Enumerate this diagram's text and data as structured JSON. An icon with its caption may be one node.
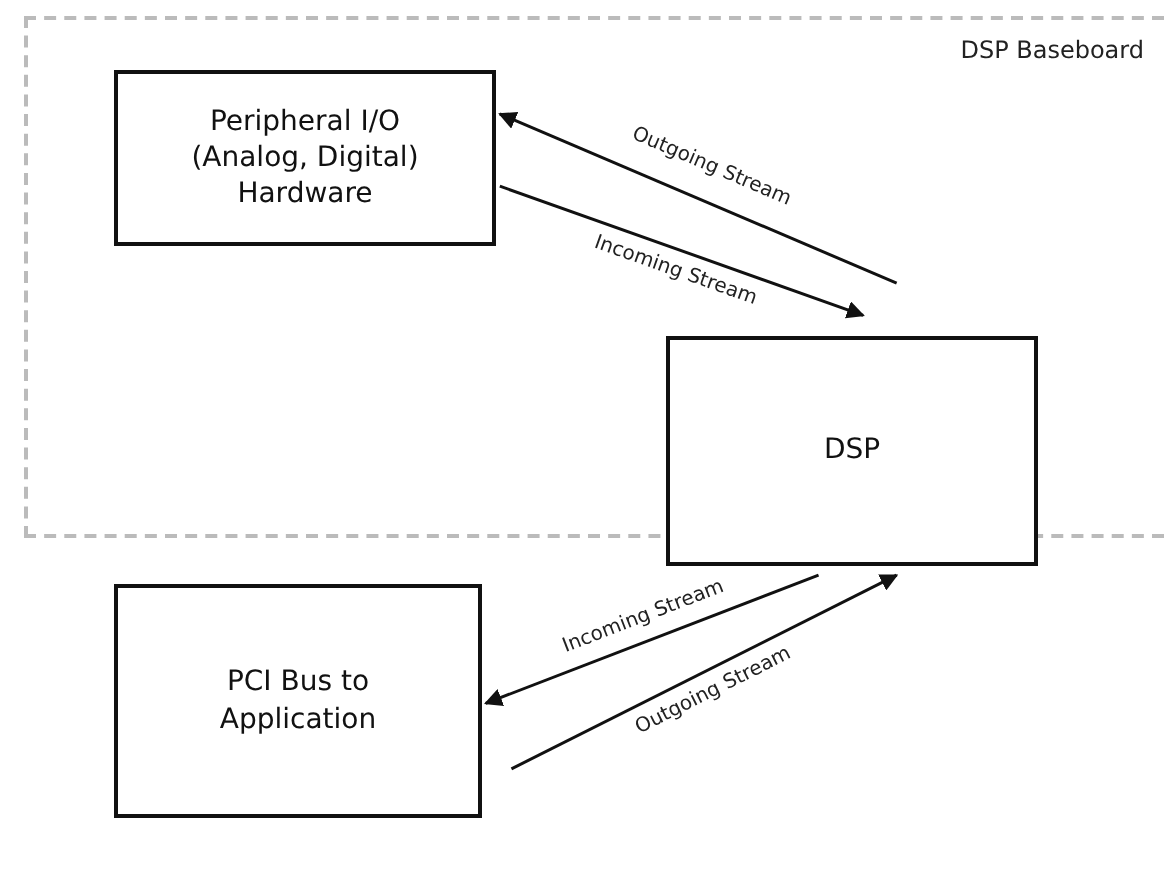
{
  "diagram": {
    "nodes": [
      {
        "text": [
          "DSP Baseboard"
        ]
      },
      {
        "text": [
          "Peripheral I/O (Analog, Digital) Hardware"
        ],
        "in": 0
      },
      {
        "text": [
          "DSP"
        ]
      },
      {
        "text": [
          "PCI Bus to Application"
        ]
      }
    ],
    "edges": [
      {
        "from": 2,
        "to": 1,
        "arrow": "to",
        "label": "Outgoing Stream"
      },
      {
        "from": 1,
        "to": 2,
        "arrow": "to",
        "label": "Incoming Stream"
      },
      {
        "from": 2,
        "to": 3,
        "arrow": "to",
        "label": "Incoming Stream"
      },
      {
        "from": 3,
        "to": 2,
        "arrow": "to",
        "label": "Outgoing Stream"
      }
    ]
  }
}
